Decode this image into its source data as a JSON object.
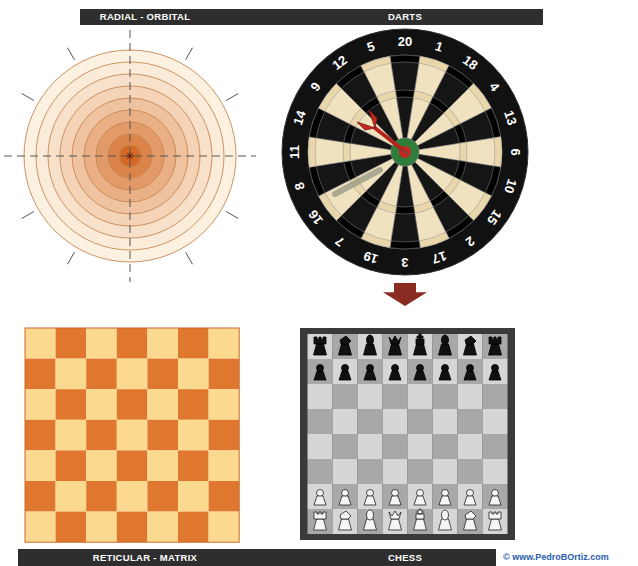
{
  "diagram": {
    "nodes": [
      {
        "text": [
          "RADIAL - ORBITAL"
        ]
      },
      {
        "text": [
          "DARTS"
        ]
      },
      {
        "text": [
          "RETICULAR - MATRIX"
        ]
      },
      {
        "text": [
          "CHESS"
        ]
      }
    ],
    "edges": [
      {
        "from": 1,
        "to": 3,
        "arrow": "to"
      }
    ],
    "labels": [
      "20",
      "1",
      "18",
      "4",
      "13",
      "6",
      "10",
      "15",
      "2",
      "17",
      "3",
      "19",
      "7",
      "16",
      "8",
      "11",
      "14",
      "9",
      "12",
      "5",
      "© www.PedroBOrtiz.com"
    ]
  }
}
